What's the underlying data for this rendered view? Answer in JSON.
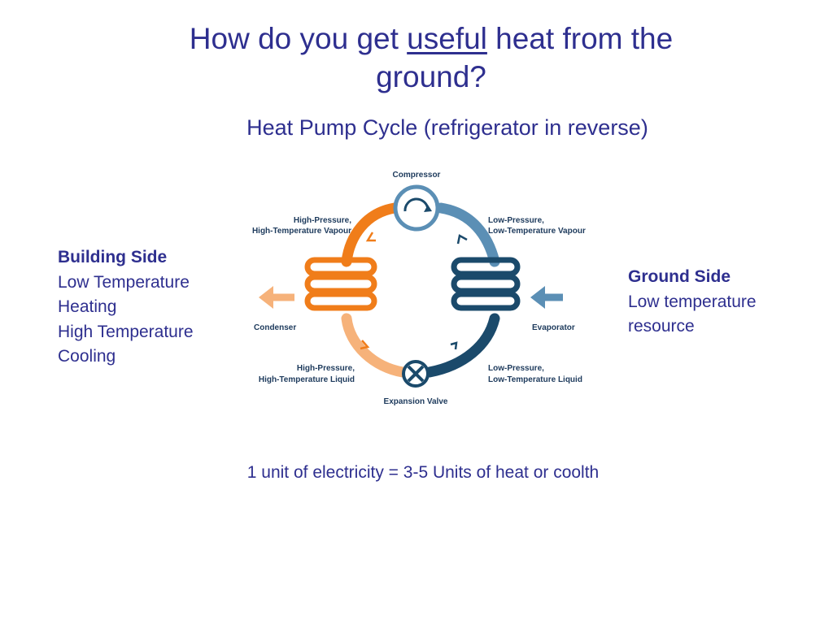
{
  "title": {
    "part1": "How do you get ",
    "emphasis": "useful",
    "part2": " heat from the",
    "line2": "ground?"
  },
  "subtitle": "Heat Pump Cycle (refrigerator in reverse)",
  "building_side": {
    "heading": "Building Side",
    "lines": [
      "Low Temperature",
      "Heating",
      "High Temperature",
      "Cooling"
    ]
  },
  "ground_side": {
    "heading": "Ground Side",
    "lines": [
      "Low temperature",
      "resource"
    ]
  },
  "diagram": {
    "compressor": "Compressor",
    "expansion_valve": "Expansion Valve",
    "condenser": "Condenser",
    "evaporator": "Evaporator",
    "hp_vapour": [
      "High-Pressure,",
      "High-Temperature Vapour"
    ],
    "lp_vapour": [
      "Low-Pressure,",
      "Low-Temperature Vapour"
    ],
    "hp_liquid": [
      "High-Pressure,",
      "High-Temperature Liquid"
    ],
    "lp_liquid": [
      "Low-Pressure,",
      "Low-Temperature Liquid"
    ],
    "colors": {
      "hot": "#f07d1a",
      "hot_light": "#f6b27a",
      "cold": "#1b4a6b",
      "cold_light": "#5b8fb5"
    }
  },
  "footer": "1 unit of electricity = 3-5 Units of heat or coolth"
}
